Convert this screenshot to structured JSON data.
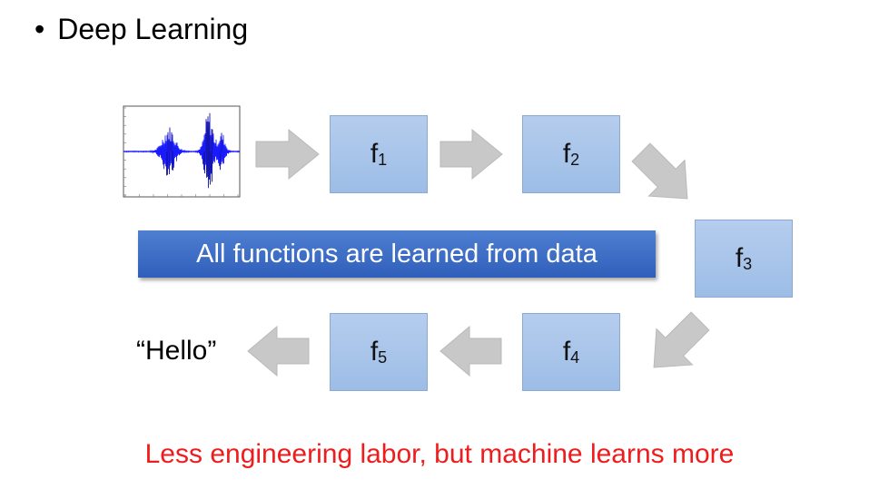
{
  "title": "Deep Learning",
  "bullet": "•",
  "boxes": [
    {
      "base": "f",
      "sub": "1"
    },
    {
      "base": "f",
      "sub": "2"
    },
    {
      "base": "f",
      "sub": "3"
    },
    {
      "base": "f",
      "sub": "4"
    },
    {
      "base": "f",
      "sub": "5"
    }
  ],
  "banner": "All functions are learned from data",
  "output_label": "“Hello”",
  "footer": "Less engineering labor, but machine learns more",
  "colors": {
    "box_fill": "#a4c1ea",
    "banner_fill": "#3d6cc6",
    "footer_text": "#ee1c1c",
    "arrow_fill": "#c8c8c8",
    "waveform": "#1a1aff"
  }
}
